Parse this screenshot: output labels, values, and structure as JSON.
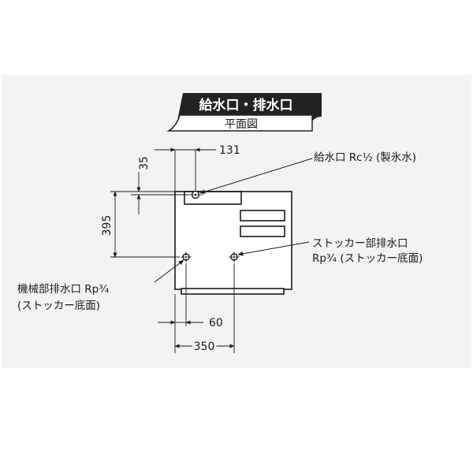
{
  "title": {
    "main": "給水口・排水口",
    "sub": "平面図"
  },
  "dimensions": {
    "d35": "35",
    "d131": "131",
    "d395": "395",
    "d60": "60",
    "d350": "350"
  },
  "labels": {
    "water_supply": "給水口 Rc½ (製氷水)",
    "stocker_drain_line1": "ストッカー部排水口",
    "stocker_drain_line2": "Rp¾ (ストッカー底面)",
    "machine_drain_line1": "機械部排水口 Rp¾",
    "machine_drain_line2": "(ストッカー底面)"
  },
  "colors": {
    "ink": "#1a1a1a",
    "panel": "#f3f3f3",
    "badge": "#222222"
  }
}
